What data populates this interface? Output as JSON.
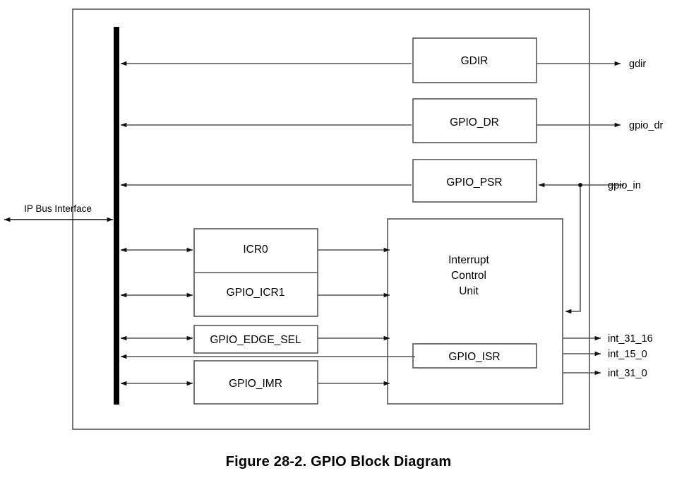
{
  "figure": {
    "caption": "Figure 28-2. GPIO Block Diagram",
    "bus_label": "IP Bus Interface"
  },
  "blocks": {
    "gdir": "GDIR",
    "gpio_dr": "GPIO_DR",
    "gpio_psr": "GPIO_PSR",
    "icr0": "ICR0",
    "gpio_icr1": "GPIO_ICR1",
    "gpio_edge_sel": "GPIO_EDGE_SEL",
    "gpio_imr": "GPIO_IMR",
    "gpio_isr": "GPIO_ISR",
    "icu_line1": "Interrupt",
    "icu_line2": "Control",
    "icu_line3": "Unit"
  },
  "signals": {
    "gdir_out": "gdir",
    "gpio_dr_out": "gpio_dr",
    "gpio_in": "gpio_in",
    "int_31_16": "int_31_16",
    "int_15_0": "int_15_0",
    "int_31_0": "int_31_0"
  },
  "colors": {
    "stroke": "#555555",
    "bus": "#000000",
    "background": "#ffffff",
    "text": "#000000"
  }
}
